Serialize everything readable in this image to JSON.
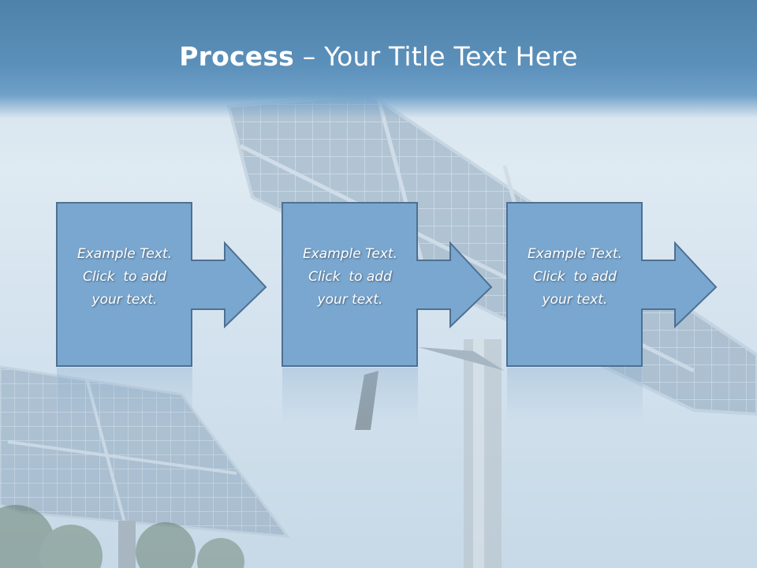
{
  "slide": {
    "title_bold": "Process",
    "title_rest": " – Your Title Text Here"
  },
  "steps": [
    {
      "line1": "Example Text.",
      "line2": "Click  to add",
      "line3": "your text."
    },
    {
      "line1": "Example Text.",
      "line2": "Click  to add",
      "line3": "your text."
    },
    {
      "line1": "Example Text.",
      "line2": "Click  to add",
      "line3": "your text."
    }
  ],
  "colors": {
    "title_bar": "#4f82aa",
    "box_fill": "#7aa7cf",
    "box_stroke": "#4e7092",
    "text": "#ffffff"
  },
  "icons": {
    "background": "solar-panel-photo",
    "connector": "arrow-right-icon"
  }
}
